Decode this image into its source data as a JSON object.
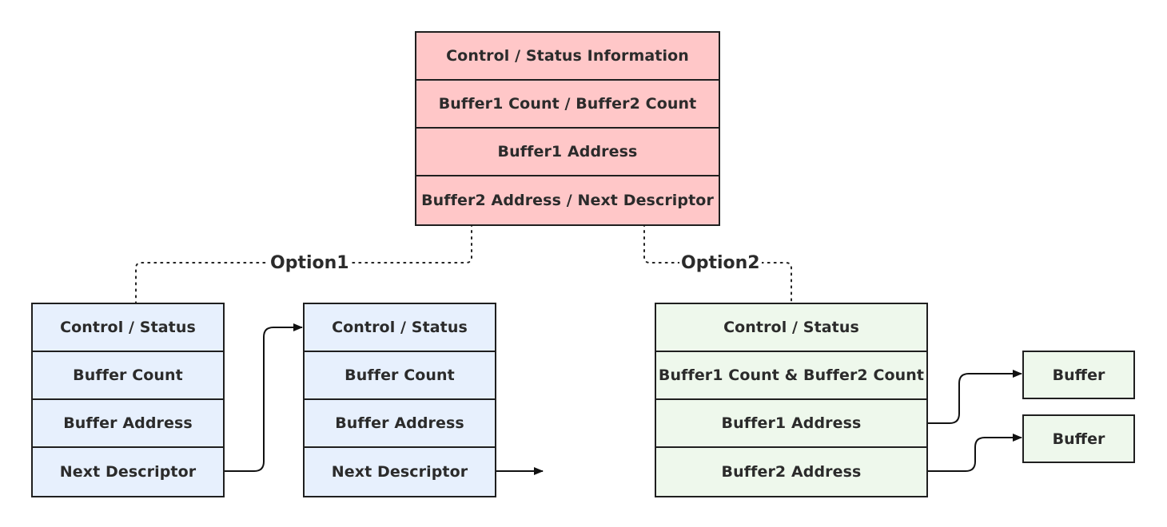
{
  "main_descriptor": {
    "rows": [
      "Control / Status Information",
      "Buffer1 Count / Buffer2 Count",
      "Buffer1 Address",
      "Buffer2 Address / Next Descriptor"
    ],
    "color": "#ffc7c8"
  },
  "options": {
    "option1": "Option1",
    "option2": "Option2"
  },
  "chain_descriptor_1": {
    "rows": [
      "Control / Status",
      "Buffer Count",
      "Buffer Address",
      "Next Descriptor"
    ],
    "color": "#e7f0fd"
  },
  "chain_descriptor_2": {
    "rows": [
      "Control / Status",
      "Buffer Count",
      "Buffer Address",
      "Next Descriptor"
    ],
    "color": "#e7f0fd"
  },
  "ring_descriptor": {
    "rows": [
      "Control / Status",
      "Buffer1 Count & Buffer2 Count",
      "Buffer1 Address",
      "Buffer2 Address"
    ],
    "color": "#eef8ec"
  },
  "buffers": [
    "Buffer",
    "Buffer"
  ]
}
